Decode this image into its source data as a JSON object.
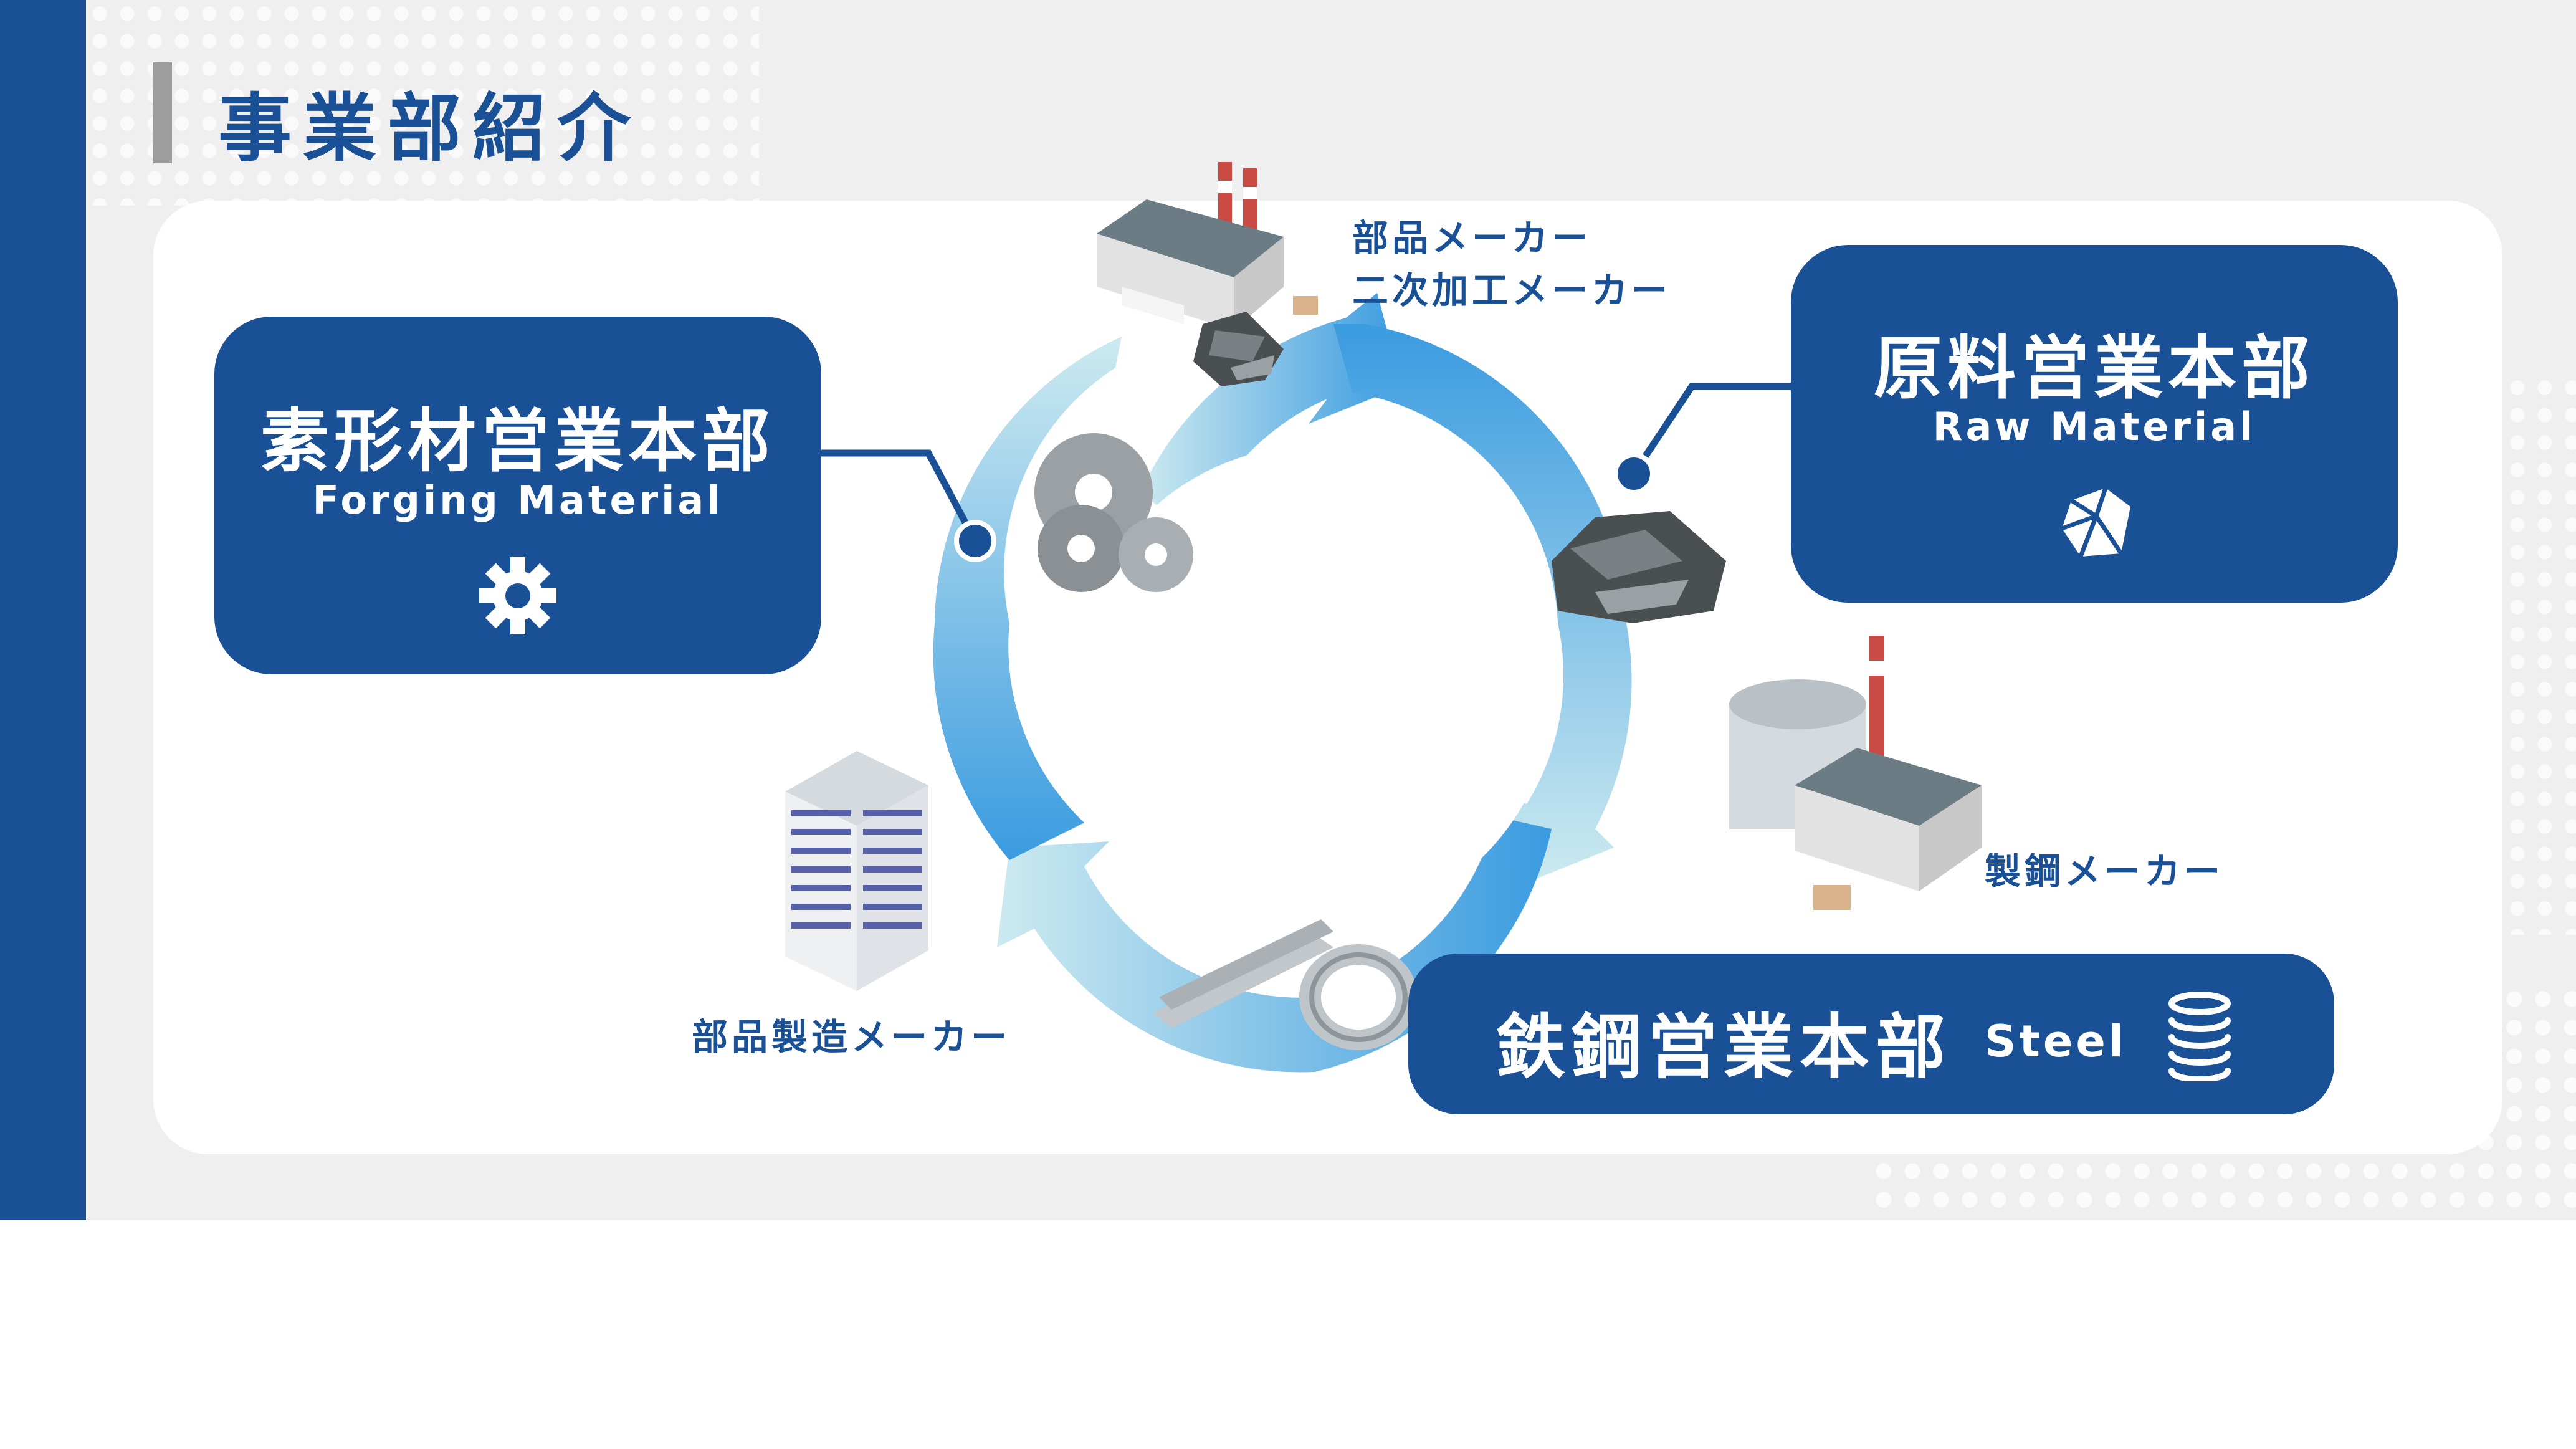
{
  "page": {
    "title": "事業部紹介"
  },
  "divisions": {
    "forging": {
      "jp": "素形材営業本部",
      "en": "Forging Material",
      "icon": "gear-icon"
    },
    "raw": {
      "jp": "原料営業本部",
      "en": "Raw Material",
      "icon": "ore-icon"
    },
    "steel": {
      "jp": "鉄鋼営業本部",
      "en": "Steel",
      "icon": "coil-icon"
    }
  },
  "labels": {
    "parts_maker_line1": "部品メーカー",
    "parts_maker_line2": "二次加工メーカー",
    "steel_maker": "製鋼メーカー",
    "component_maker": "部品製造メーカー"
  },
  "colors": {
    "brand_blue": "#1a5096",
    "cycle_blue": "#3a9be0",
    "cycle_light": "#cdeaf0",
    "background": "#efefef"
  }
}
